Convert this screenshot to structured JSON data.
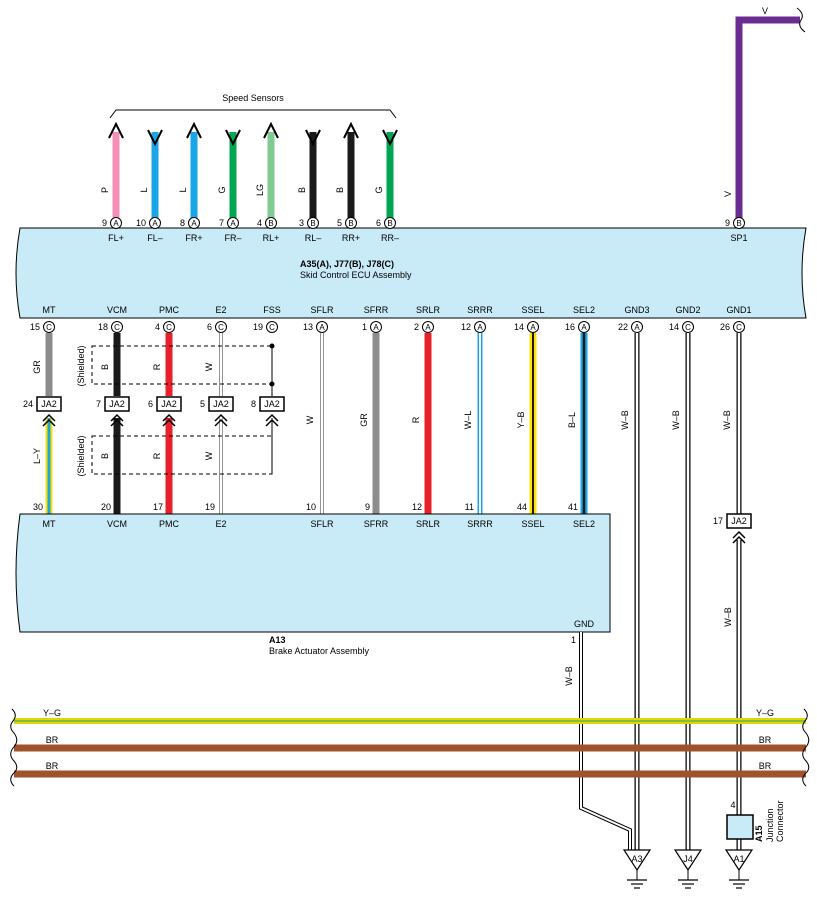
{
  "ecu": {
    "connector_codes": "A35(A), J77(B), J78(C)",
    "name": "Skid Control ECU Assembly"
  },
  "actuator": {
    "code": "A13",
    "name": "Brake Actuator Assembly"
  },
  "speed_sensors_label": "Speed Sensors",
  "junction_connector": {
    "code": "A15",
    "name_line1": "Junction",
    "name_line2": "Connector",
    "pin": "4"
  },
  "colors": {
    "P": "#f48fb8",
    "L": "#1aa6e6",
    "G": "#00a651",
    "LG": "#7fcb92",
    "B": "#1a1a1a",
    "V": "#6a2c91",
    "GR": "#8c8c8c",
    "R": "#e8202a",
    "Y": "#ffe000",
    "BR": "#a0522d",
    "ECU_FILL": "#c9eaf7"
  },
  "speed_sensor_pins": [
    {
      "pin": "9",
      "conn": "A",
      "terminal": "FL+",
      "wire": "P",
      "dir": "up"
    },
    {
      "pin": "10",
      "conn": "A",
      "terminal": "FL–",
      "wire": "L",
      "dir": "down"
    },
    {
      "pin": "8",
      "conn": "A",
      "terminal": "FR+",
      "wire": "L",
      "dir": "up"
    },
    {
      "pin": "7",
      "conn": "A",
      "terminal": "FR–",
      "wire": "G",
      "dir": "down"
    },
    {
      "pin": "4",
      "conn": "B",
      "terminal": "RL+",
      "wire": "LG",
      "dir": "up"
    },
    {
      "pin": "3",
      "conn": "B",
      "terminal": "RL–",
      "wire": "B",
      "dir": "down"
    },
    {
      "pin": "5",
      "conn": "B",
      "terminal": "RR+",
      "wire": "B",
      "dir": "up"
    },
    {
      "pin": "6",
      "conn": "B",
      "terminal": "RR–",
      "wire": "G",
      "dir": "down"
    }
  ],
  "sp1": {
    "pin": "9",
    "conn": "B",
    "terminal": "SP1",
    "wire": "V"
  },
  "ecu_bottom_pins": [
    {
      "pin": "15",
      "conn": "C",
      "terminal": "MT",
      "wire": "GR"
    },
    {
      "pin": "18",
      "conn": "C",
      "terminal": "VCM",
      "wire": "B"
    },
    {
      "pin": "4",
      "conn": "C",
      "terminal": "PMC",
      "wire": "R"
    },
    {
      "pin": "6",
      "conn": "C",
      "terminal": "E2",
      "wire": "W"
    },
    {
      "pin": "19",
      "conn": "C",
      "terminal": "FSS",
      "wire": ""
    },
    {
      "pin": "13",
      "conn": "A",
      "terminal": "SFLR",
      "wire": "W"
    },
    {
      "pin": "1",
      "conn": "A",
      "terminal": "SFRR",
      "wire": "GR"
    },
    {
      "pin": "2",
      "conn": "A",
      "terminal": "SRLR",
      "wire": "R"
    },
    {
      "pin": "12",
      "conn": "A",
      "terminal": "SRRR",
      "wire": "W–L"
    },
    {
      "pin": "14",
      "conn": "A",
      "terminal": "SSEL",
      "wire": "Y–B"
    },
    {
      "pin": "16",
      "conn": "A",
      "terminal": "SEL2",
      "wire": "B–L"
    },
    {
      "pin": "22",
      "conn": "A",
      "terminal": "GND3",
      "wire": "W–B"
    },
    {
      "pin": "14",
      "conn": "C",
      "terminal": "GND2",
      "wire": "W–B"
    },
    {
      "pin": "26",
      "conn": "C",
      "terminal": "GND1",
      "wire": "W–B"
    }
  ],
  "ja2_connector": {
    "label": "JA2",
    "pins": [
      "24",
      "7",
      "6",
      "5",
      "8"
    ],
    "lower_pin": "17"
  },
  "shielded_label": "(Shielded)",
  "lower_wires": [
    {
      "x": "MT",
      "wire": "L–Y"
    },
    {
      "x": "VCM",
      "wire": "B"
    },
    {
      "x": "PMC",
      "wire": "R"
    },
    {
      "x": "E2",
      "wire": "W"
    }
  ],
  "actuator_pins": [
    {
      "pin": "30",
      "terminal": "MT"
    },
    {
      "pin": "20",
      "terminal": "VCM"
    },
    {
      "pin": "17",
      "terminal": "PMC"
    },
    {
      "pin": "19",
      "terminal": "E2"
    },
    {
      "pin": "10",
      "terminal": "SFLR"
    },
    {
      "pin": "9",
      "terminal": "SFRR"
    },
    {
      "pin": "12",
      "terminal": "SRLR"
    },
    {
      "pin": "11",
      "terminal": "SRRR"
    },
    {
      "pin": "44",
      "terminal": "SSEL"
    },
    {
      "pin": "41",
      "terminal": "SEL2"
    }
  ],
  "actuator_gnd": {
    "pin": "1",
    "terminal": "GND",
    "wire": "W–B"
  },
  "gnd1_lower_wire": "W–B",
  "bus_wires": [
    {
      "left": "Y–G",
      "right": "Y–G"
    },
    {
      "left": "BR",
      "right": "BR"
    },
    {
      "left": "BR",
      "right": "BR"
    }
  ],
  "grounds": [
    "A3",
    "J4",
    "A1"
  ]
}
